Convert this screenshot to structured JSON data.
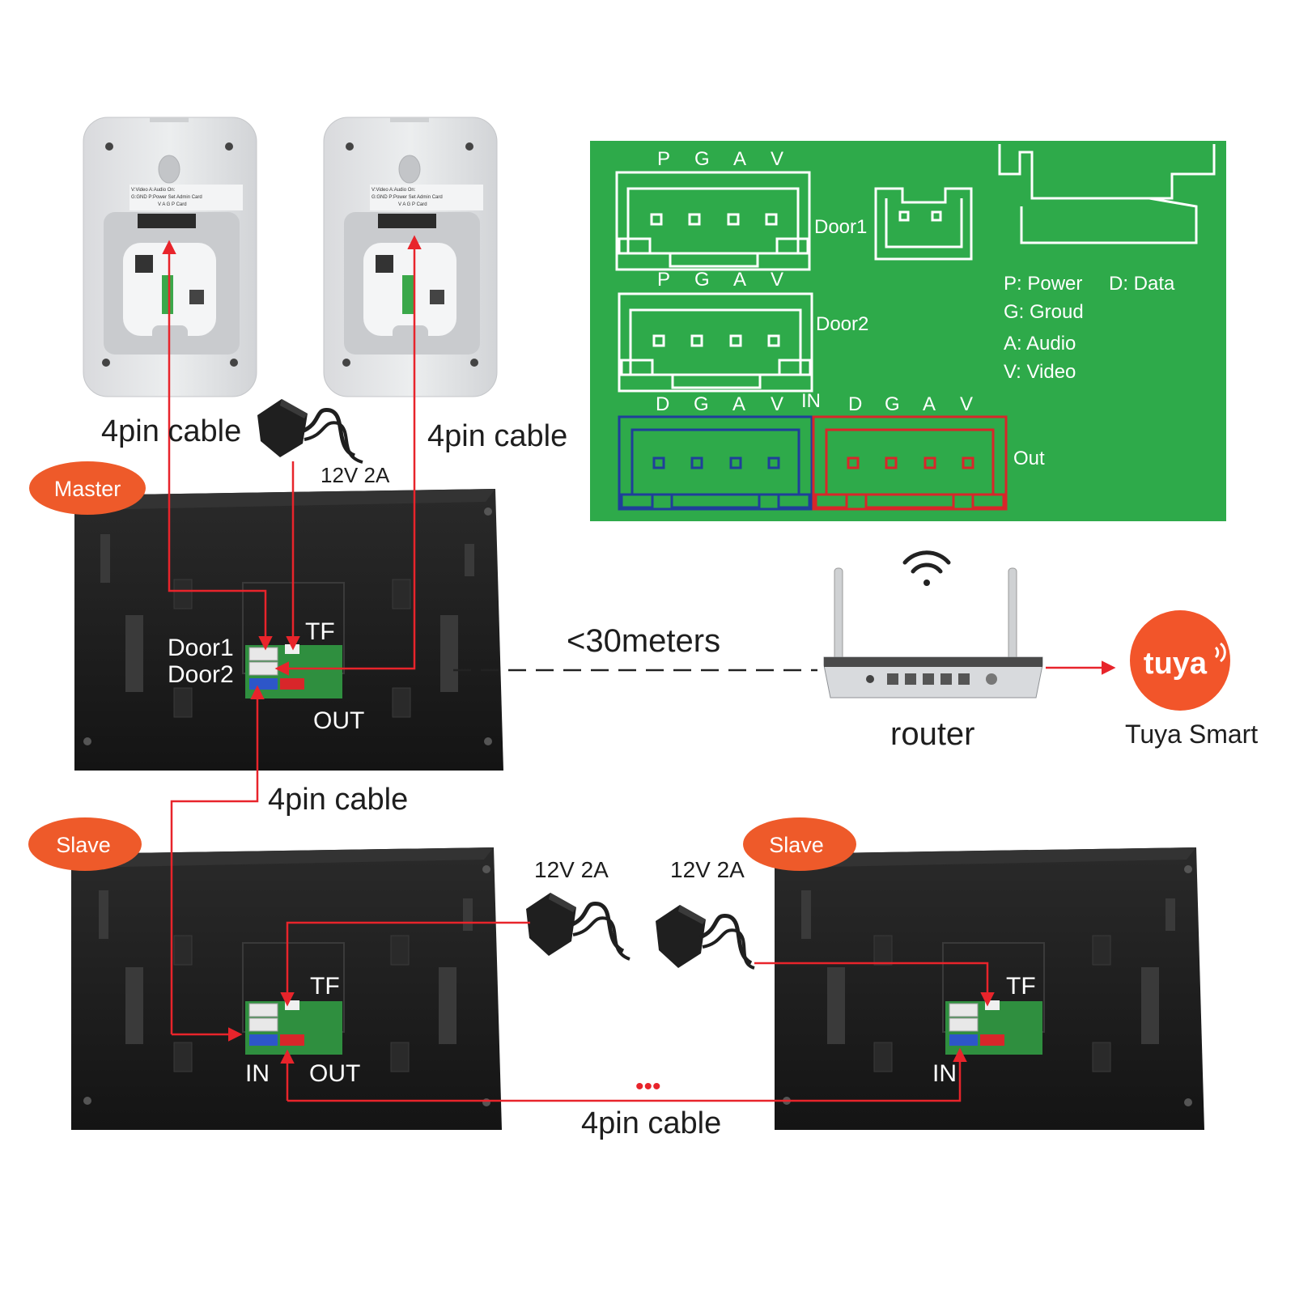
{
  "doorbells": {
    "label_left": "4pin cable",
    "label_right": "4pin cable",
    "plate_text_1": "V:Video  A:Audio  On:",
    "plate_text_2": "G:GND  P:Power  Set Admin Card",
    "plate_text_3": "V A G P  Card"
  },
  "power": {
    "master_adapter_label": "12V 2A",
    "slave1_adapter_label": "12V 2A",
    "slave2_adapter_label": "12V 2A"
  },
  "master": {
    "badge": "Master",
    "door1": "Door1",
    "door2": "Door2",
    "tf": "TF",
    "out": "OUT"
  },
  "master_slave_cable": "4pin cable",
  "slave1": {
    "badge": "Slave",
    "tf": "TF",
    "in": "IN",
    "out": "OUT"
  },
  "slave2": {
    "badge": "Slave",
    "tf": "TF",
    "in": "IN"
  },
  "bottom_cable": {
    "dots": "•••",
    "label": "4pin cable"
  },
  "network": {
    "distance": "<30meters",
    "router_label": "router",
    "cloud_label": "Tuya Smart",
    "logo_text": "tuya"
  },
  "pcb_legend": {
    "door1_pins": [
      "P",
      "G",
      "A",
      "V"
    ],
    "door2_pins": [
      "P",
      "G",
      "A",
      "V"
    ],
    "in_pins": [
      "D",
      "G",
      "A",
      "V"
    ],
    "out_pins": [
      "D",
      "G",
      "A",
      "V"
    ],
    "door1_label": "Door1",
    "door2_label": "Door2",
    "in_label": "IN",
    "out_label": "Out",
    "legend": [
      "P:  Power",
      "D: Data",
      "G: Groud",
      "A:  Audio",
      "V:  Video"
    ]
  },
  "colors": {
    "wire": "#e8242b",
    "badge": "#ee5a2a",
    "pcb_green": "#2eaa4a",
    "in_blue": "#1f3f9a",
    "out_red": "#d8262a",
    "monitor": "#1c1c1c"
  }
}
